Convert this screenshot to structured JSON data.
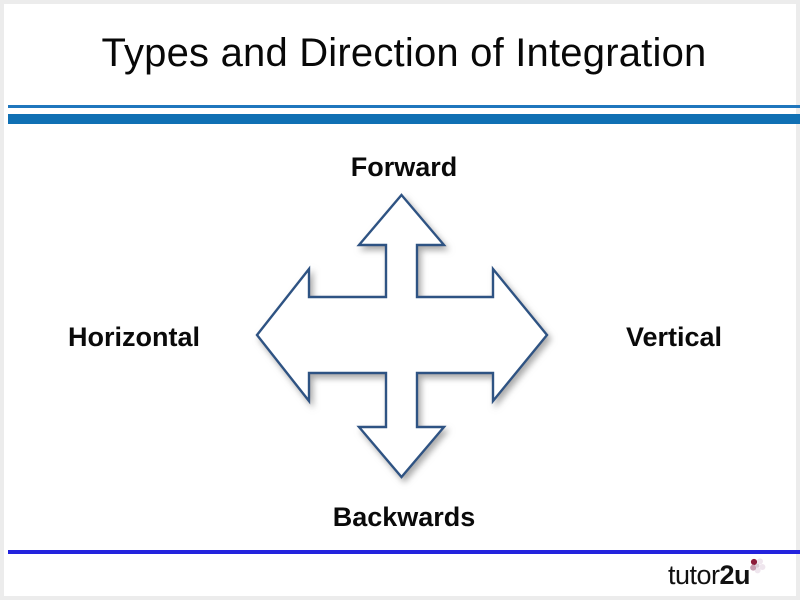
{
  "slide": {
    "title": "Types and Direction of Integration",
    "background_color": "#ffffff",
    "frame_color": "#ececec"
  },
  "header": {
    "rule_thin_color": "#1f76bd",
    "rule_thick_color": "#1070b4"
  },
  "diagram": {
    "type": "four-way-arrow",
    "shape_name": "cross-arrow",
    "fill_color": "#ffffff",
    "stroke_color": "#2f5383",
    "shadow_color": "#b3b3b3",
    "labels": {
      "top": "Forward",
      "bottom": "Backwards",
      "left": "Horizontal",
      "right": "Vertical"
    },
    "label_color": "#0a0a0a"
  },
  "footer": {
    "rule_color": "#2323dd",
    "logo_text_plain": "tutor",
    "logo_text_bold": "2u",
    "logo_mark_name": "flower-icon",
    "logo_mark_colors": {
      "petal_light": "#efe6ee",
      "petal_dark": "#8c1b3a",
      "petal_accent": "#c9a0b4"
    }
  }
}
